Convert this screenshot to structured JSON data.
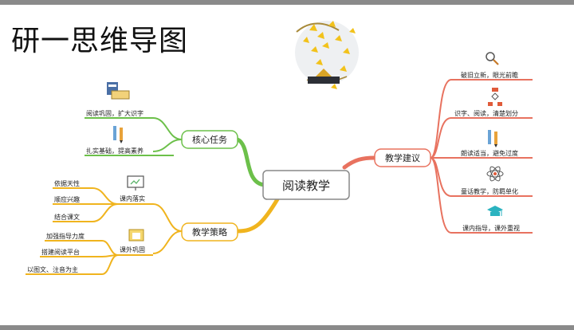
{
  "title": "研一思维导图",
  "central": {
    "label": "阅读教学"
  },
  "core_tasks": {
    "label": "核心任务",
    "color": "#6cc04a",
    "items": [
      "阅读巩固，扩大识字",
      "扎实基础，提高素养"
    ]
  },
  "strategy": {
    "label": "教学策略",
    "color": "#f0b41e",
    "in_class": {
      "label": "课内落实",
      "items": [
        "依据天性",
        "顺应兴趣",
        "结合课文"
      ]
    },
    "after_class": {
      "label": "课外巩固",
      "items": [
        "加强指导力度",
        "搭建阅读平台",
        "以图文、注音为主"
      ]
    }
  },
  "suggestions": {
    "label": "教学建议",
    "color": "#e8725f",
    "items": [
      {
        "label": "破旧立新，眼光前瞻",
        "icon": "magnifier-icon"
      },
      {
        "label": "识字、阅读，清楚划分",
        "icon": "flowchart-icon"
      },
      {
        "label": "朗读适当，避免过度",
        "icon": "ruler-pencil-icon"
      },
      {
        "label": "童话教学，防羁单化",
        "icon": "atom-icon"
      },
      {
        "label": "课内指导，课外重视",
        "icon": "graduation-cap-icon"
      }
    ]
  }
}
